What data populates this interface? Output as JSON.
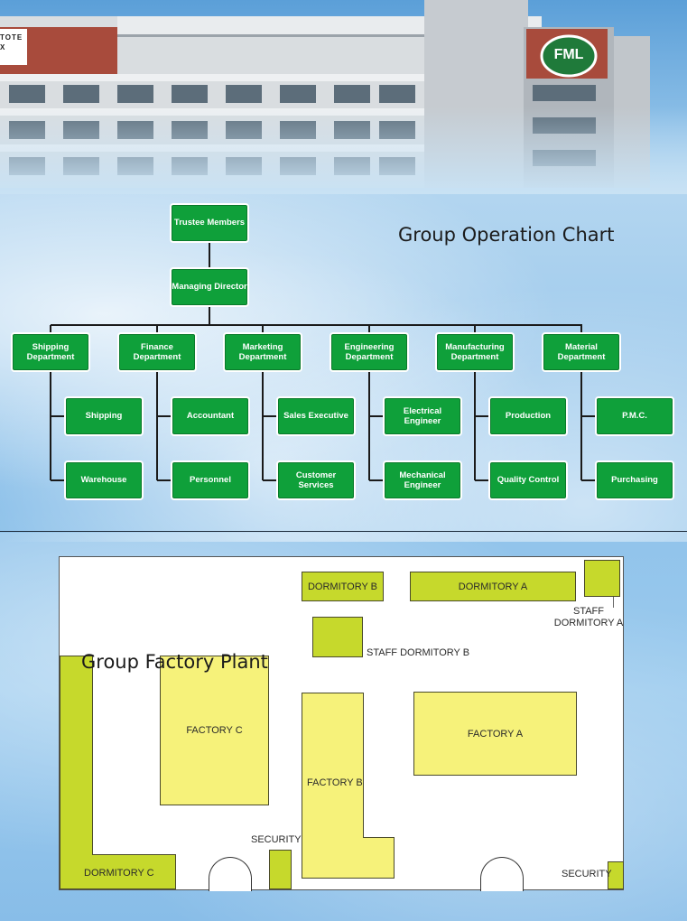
{
  "header": {
    "sign_left": "TOTEX",
    "sign_right": "FML"
  },
  "org_chart": {
    "title": "Group Operation Chart",
    "top": "Trustee Members",
    "second": "Managing Director",
    "departments": [
      {
        "name": "Shipping Department",
        "items": [
          "Shipping",
          "Warehouse"
        ]
      },
      {
        "name": "Finance Department",
        "items": [
          "Accountant",
          "Personnel"
        ]
      },
      {
        "name": "Marketing Department",
        "items": [
          "Sales Executive",
          "Customer Services"
        ]
      },
      {
        "name": "Engineering Department",
        "items": [
          "Electrical Engineer",
          "Mechanical Engineer"
        ]
      },
      {
        "name": "Manufacturing Department",
        "items": [
          "Production",
          "Quality Control"
        ]
      },
      {
        "name": "Material Department",
        "items": [
          "P.M.C.",
          "Purchasing"
        ]
      }
    ]
  },
  "plant": {
    "title": "Group Factory Plant",
    "dormitory_b": "DORMITORY B",
    "dormitory_a": "DORMITORY A",
    "staff_dormitory_a": "STAFF DORMITORY A",
    "staff_dormitory_b": "STAFF DORMITORY B",
    "factory_c": "FACTORY C",
    "factory_b": "FACTORY B",
    "factory_a": "FACTORY A",
    "security_1": "SECURITY",
    "security_2": "SECURITY",
    "dormitory_c": "DORMITORY C"
  },
  "colors": {
    "node_green": "#0fa03a",
    "lime": "#c6d92c",
    "yellow": "#f6f27a"
  }
}
